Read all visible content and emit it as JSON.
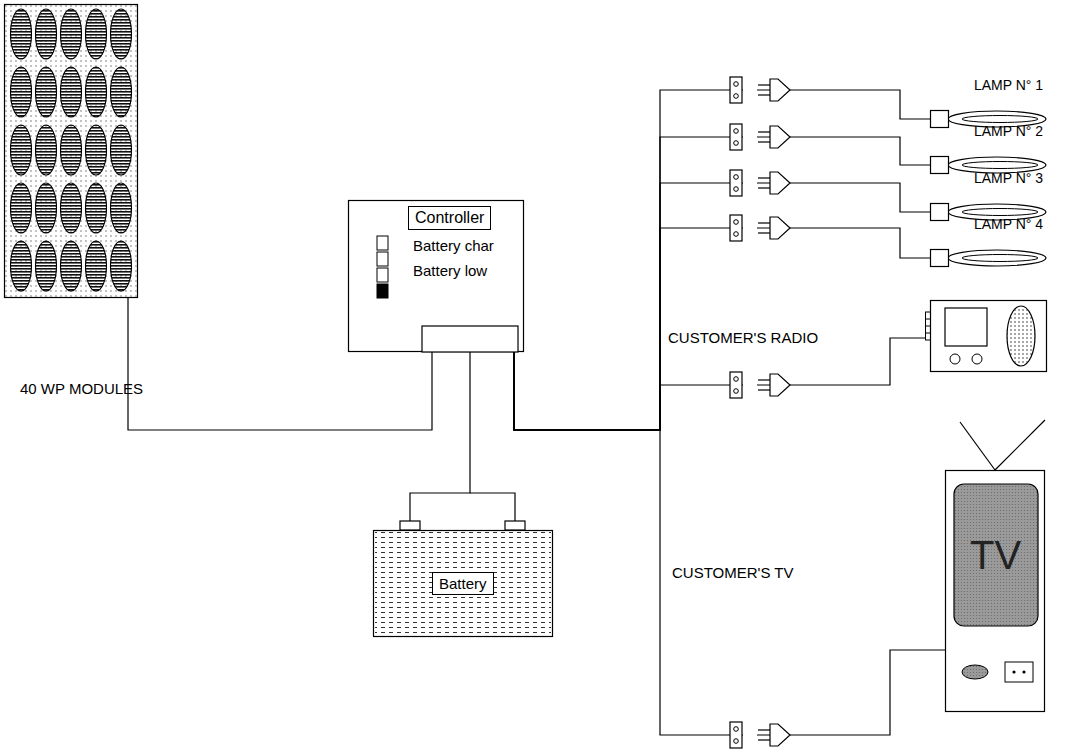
{
  "diagram": {
    "nodes": [
      {
        "text": [
          "40 WP MODULES"
        ]
      },
      {
        "text": [
          "Battery char",
          "Battery low"
        ]
      },
      {
        "text": [
          "Controller"
        ],
        "in": 1
      },
      {
        "text": [
          "Battery"
        ]
      },
      {
        "text": [
          "LAMP N° 1"
        ]
      },
      {
        "text": [
          "LAMP N° 2"
        ]
      },
      {
        "text": [
          "LAMP N° 3"
        ]
      },
      {
        "text": [
          "LAMP N° 4"
        ]
      },
      {
        "text": [
          "CUSTOMER'S RADIO"
        ]
      },
      {
        "text": [
          "CUSTOMER'S TV",
          "TV"
        ]
      }
    ],
    "edges": [
      {
        "from": 0,
        "to": 1,
        "arrow": "none"
      },
      {
        "from": 1,
        "to": 3,
        "arrow": "none"
      },
      {
        "from": 1,
        "to": 4,
        "arrow": "none"
      },
      {
        "from": 1,
        "to": 5,
        "arrow": "none"
      },
      {
        "from": 1,
        "to": 6,
        "arrow": "none"
      },
      {
        "from": 1,
        "to": 7,
        "arrow": "none"
      },
      {
        "from": 1,
        "to": 8,
        "arrow": "none"
      },
      {
        "from": 1,
        "to": 9,
        "arrow": "none"
      }
    ]
  }
}
